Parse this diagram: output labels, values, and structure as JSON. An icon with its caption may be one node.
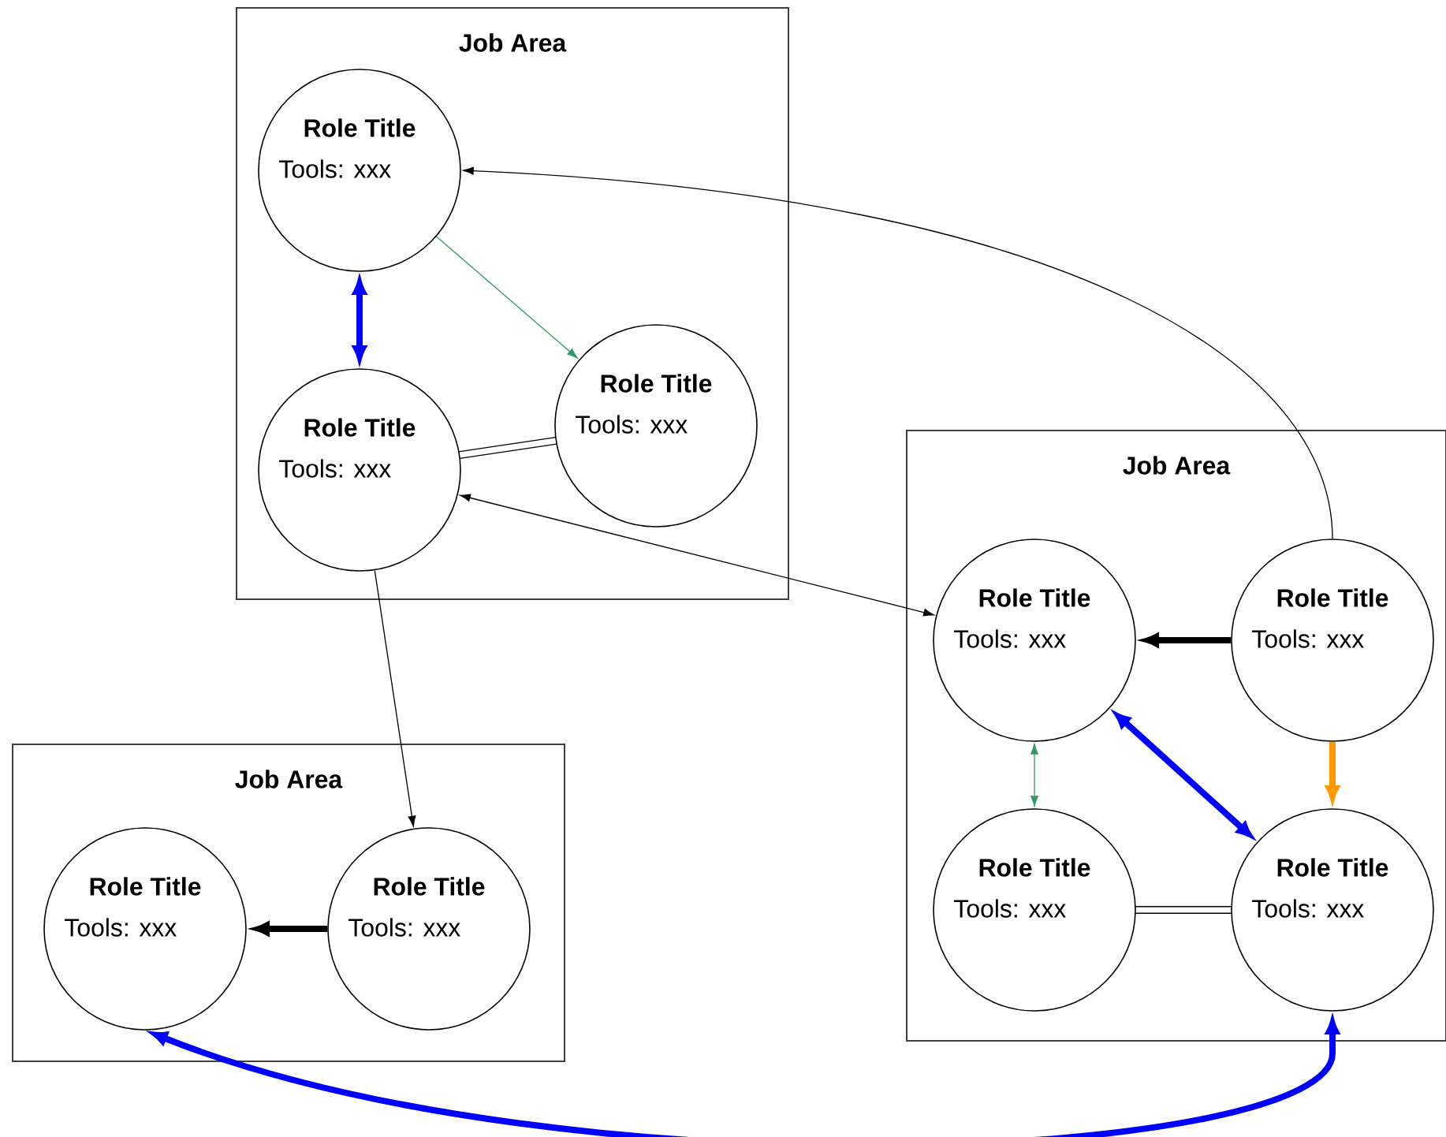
{
  "diagram": {
    "nodes": [
      {
        "text": [
          "Job Area"
        ]
      },
      {
        "text": [
          "Role Title",
          "Tools: xxx"
        ],
        "in": 0
      },
      {
        "text": [
          "Role Title",
          "Tools: xxx"
        ],
        "in": 0
      },
      {
        "text": [
          "Role Title",
          "Tools: xxx"
        ],
        "in": 0
      },
      {
        "text": [
          "Job Area"
        ]
      },
      {
        "text": [
          "Role Title",
          "Tools: xxx"
        ],
        "in": 4
      },
      {
        "text": [
          "Role Title",
          "Tools: xxx"
        ],
        "in": 4
      },
      {
        "text": [
          "Role Title",
          "Tools: xxx"
        ],
        "in": 4
      },
      {
        "text": [
          "Role Title",
          "Tools: xxx"
        ],
        "in": 4
      },
      {
        "text": [
          "Job Area"
        ]
      },
      {
        "text": [
          "Role Title",
          "Tools: xxx"
        ],
        "in": 9
      },
      {
        "text": [
          "Role Title",
          "Tools: xxx"
        ],
        "in": 9
      }
    ],
    "edges": [
      {
        "from": 1,
        "to": 2,
        "arrow": "both",
        "style": "thick",
        "color": "#0000ff"
      },
      {
        "from": 1,
        "to": 3,
        "arrow": "to",
        "color": "#339966"
      },
      {
        "from": 2,
        "to": 3,
        "arrow": "none"
      },
      {
        "from": 6,
        "to": 1,
        "arrow": "to"
      },
      {
        "from": 2,
        "to": 5,
        "arrow": "both"
      },
      {
        "from": 2,
        "to": 11,
        "arrow": "to"
      },
      {
        "from": 6,
        "to": 5,
        "arrow": "to",
        "style": "thick"
      },
      {
        "from": 5,
        "to": 8,
        "arrow": "both",
        "style": "thick",
        "color": "#0000ff"
      },
      {
        "from": 5,
        "to": 7,
        "arrow": "both",
        "color": "#339966"
      },
      {
        "from": 6,
        "to": 8,
        "arrow": "to",
        "style": "thick",
        "color": "#ff9900"
      },
      {
        "from": 7,
        "to": 8,
        "arrow": "none"
      },
      {
        "from": 11,
        "to": 10,
        "arrow": "to",
        "style": "thick"
      },
      {
        "from": 10,
        "to": 8,
        "arrow": "both",
        "style": "thick",
        "color": "#0000ff"
      }
    ]
  }
}
